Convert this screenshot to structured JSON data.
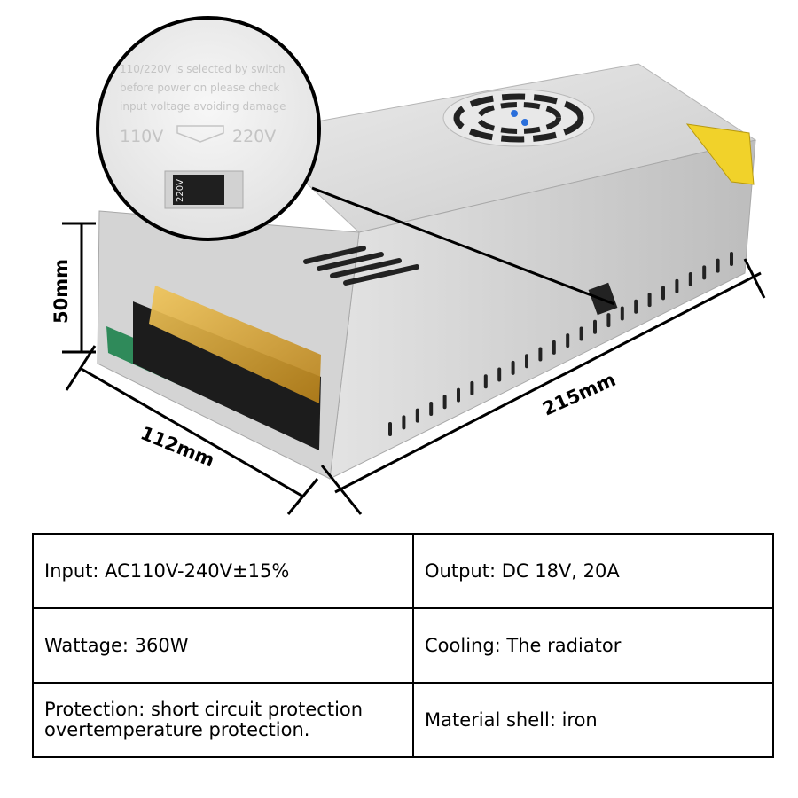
{
  "dimensions": {
    "height": "50mm",
    "depth": "112mm",
    "length": "215mm"
  },
  "zoom_inset": {
    "notice_lines": [
      "110/220V is selected by switch",
      "before power on please check",
      "input voltage avoiding damage"
    ],
    "left_voltage": "110V",
    "right_voltage": "220V",
    "switch_label": "220V"
  },
  "specs": {
    "input": "Input: AC110V-240V±15%",
    "output": "Output: DC 18V, 20A",
    "wattage": "Wattage: 360W",
    "cooling": "Cooling: The radiator",
    "protection_line1": "Protection: short circuit protection",
    "protection_line2": "overtemperature protection.",
    "material": "Material shell: iron"
  },
  "colors": {
    "shell": "#dcdcdc",
    "terminal_cover": "#d9a020",
    "terminal_block": "#1c1c1c",
    "pcb": "#2f8a5a"
  }
}
